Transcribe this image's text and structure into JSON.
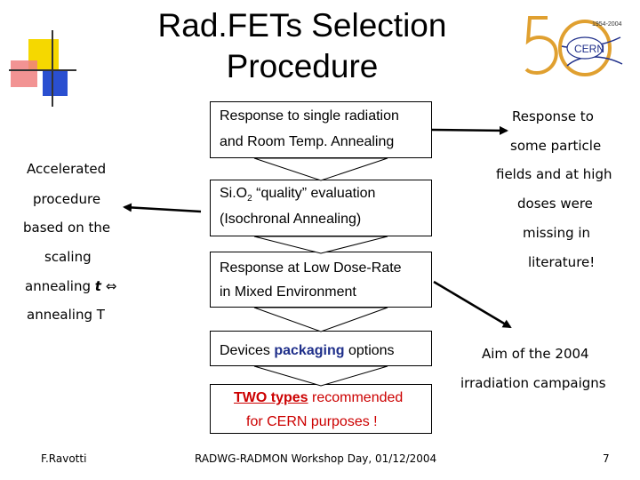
{
  "title": {
    "line1": "Rad.FETs Selection",
    "line2": "Procedure"
  },
  "logo": {
    "years": "1954-2004",
    "name": "CERN",
    "number": "50"
  },
  "boxes": {
    "single_radiation": {
      "line1": "Response to single radiation",
      "line2": "and Room Temp. Annealing"
    },
    "sio2": {
      "line1_a": "Si.O",
      "line1_sub": "2",
      "line1_b": " “quality” evaluation",
      "line2": "(Isochronal Annealing)"
    },
    "low_dose": {
      "line1": "Response at Low Dose-Rate",
      "line2": "in Mixed Environment"
    },
    "packaging": {
      "before": "Devices ",
      "highlight": "packaging",
      "after": " options"
    },
    "two_types": {
      "underlined": "TWO types",
      "after": " recommended",
      "line2": "for CERN purposes !"
    }
  },
  "left_text": {
    "accelerated": "Accelerated",
    "procedure": "procedure",
    "based_on": "based on the",
    "scaling": "scaling",
    "annealing_t_prefix": "annealing ",
    "annealing_t_var": "t",
    "equiv_symbol": " ⇔",
    "annealing_T": "annealing T"
  },
  "right_text": {
    "line1": "Response to",
    "line2": "some particle",
    "line3": "fields and at high",
    "line4": "doses were",
    "line5": "missing in",
    "line6": "literature!",
    "aim1": "Aim of the 2004",
    "aim2": "irradiation campaigns"
  },
  "footer": {
    "author": "F.Ravotti",
    "event": "RADWG-RADMON Workshop Day, 01/12/2004",
    "page": "7"
  },
  "colors": {
    "accent_blue": "#1f2f8a",
    "accent_red": "#cc0000",
    "logo_gold": "#e0a030"
  }
}
